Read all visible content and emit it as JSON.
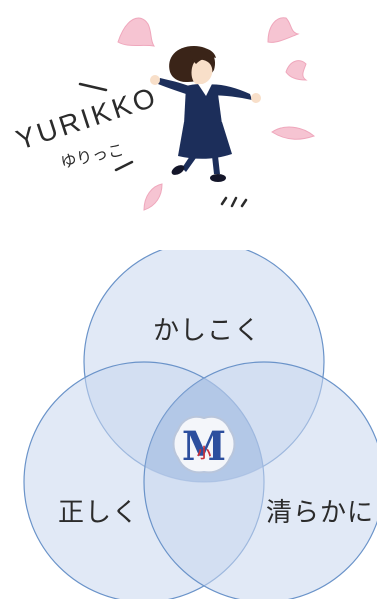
{
  "illustration": {
    "name_en": "YURIKKO",
    "name_jp": "ゆりっこ"
  },
  "venn": {
    "top_label": "かしこく",
    "left_label": "正しく",
    "right_label": "清らかに",
    "emblem_letter": "M",
    "emblem_inner": "小",
    "colors": {
      "circle_fill": "#c8d7ef",
      "circle_stroke": "#6a93c9",
      "overlap_fill": "#9fb8e0",
      "emblem_blue": "#2d4f9e",
      "emblem_red": "#c8303a"
    }
  }
}
